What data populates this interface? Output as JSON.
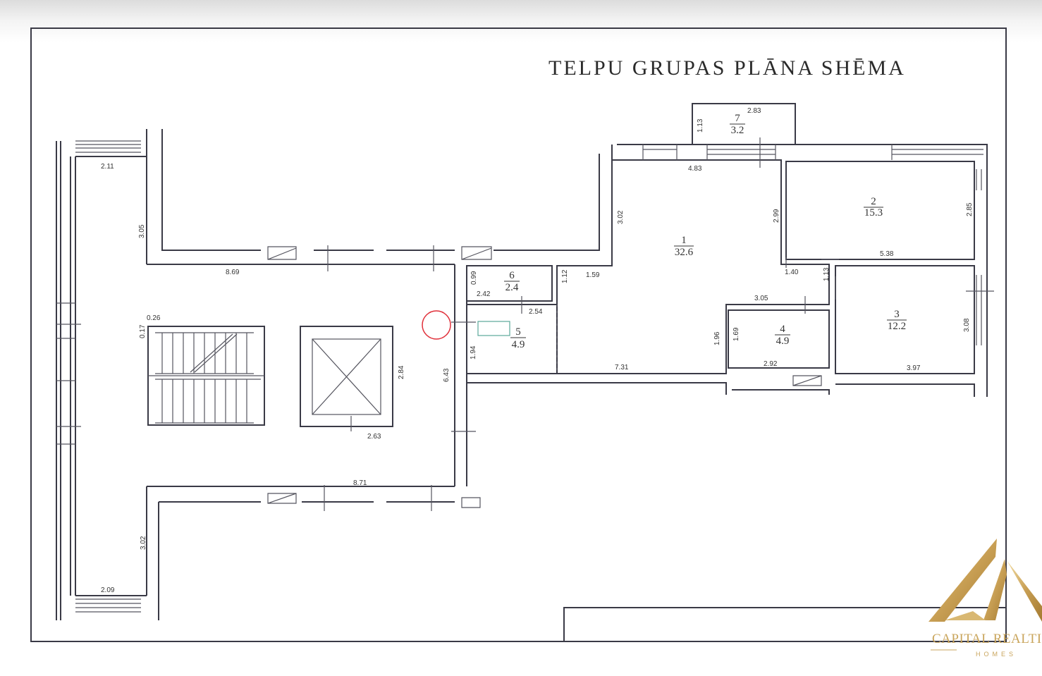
{
  "title": "TELPU  GRUPAS PLĀNA  SHĒMA",
  "rooms": [
    {
      "number": "1",
      "area": "32.6"
    },
    {
      "number": "2",
      "area": "15.3"
    },
    {
      "number": "3",
      "area": "12.2"
    },
    {
      "number": "4",
      "area": "4.9"
    },
    {
      "number": "5",
      "area": "4.9"
    },
    {
      "number": "6",
      "area": "2.4"
    },
    {
      "number": "7",
      "area": "3.2"
    }
  ],
  "dimensions": {
    "r7_w": "2.83",
    "r7_h": "1.13",
    "r1_top": "4.83",
    "r1_left": "3.02",
    "r1_right": "2.99",
    "r1_mid": "1.59",
    "r1_step": "1.12",
    "r1_bottom": "7.31",
    "r1_4": "1.96",
    "r1_door": "1.40",
    "r1_413": "1.13",
    "r1_305": "3.05",
    "r2_w": "5.38",
    "r2_h": "2.85",
    "r3_w": "3.97",
    "r3_h": "3.08",
    "r4_w": "2.92",
    "r4_h": "1.69",
    "r5_w": "2.54",
    "r5_h": "1.94",
    "r6_w": "2.42",
    "r6_h": "0.99",
    "c_top_w": "2.11",
    "c_top_h": "3.05",
    "c_upper": "8.69",
    "c_026": "0.26",
    "c_017": "0.17",
    "c_284": "2.84",
    "c_643": "6.43",
    "c_263": "2.63",
    "c_lower": "8.71",
    "c_bot_h": "3.02",
    "c_bot_w": "2.09"
  },
  "logo": {
    "name": "CAPITAL REALTIES",
    "sub": "HOMES"
  },
  "colors": {
    "wall": "#3a3a46",
    "marker": "#e0303a",
    "gold": "#c9a55c"
  }
}
